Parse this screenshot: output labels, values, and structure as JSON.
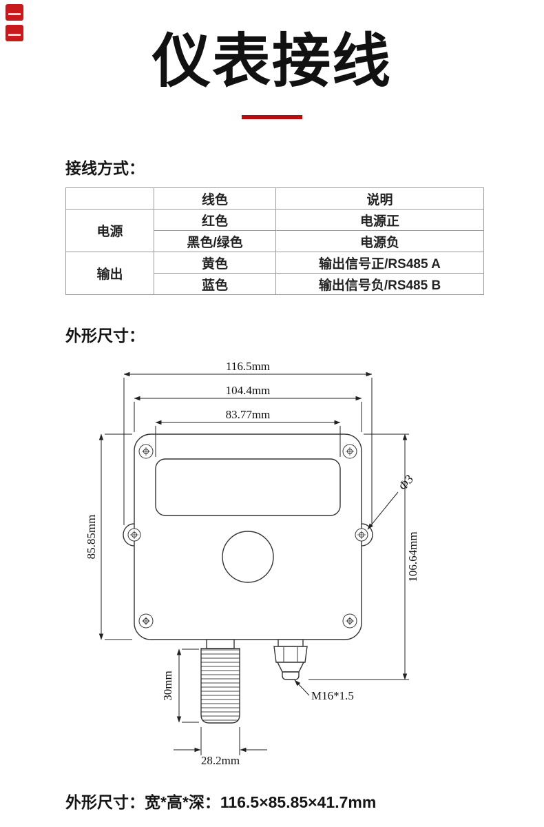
{
  "page": {
    "title": "仪表接线",
    "section_wiring": "接线方式：",
    "section_dimensions": "外形尺寸：",
    "footer": "外形尺寸：宽*高*深：116.5×85.85×41.7mm"
  },
  "colors": {
    "accent_red": "#b50d0d",
    "stamp_red": "#c8191c",
    "text": "#1a1a1a",
    "table_border": "#9a9a9a"
  },
  "table": {
    "headers": [
      "",
      "线色",
      "说明"
    ],
    "groups": [
      {
        "label": "电源",
        "rows": [
          [
            "红色",
            "电源正"
          ],
          [
            "黑色/绿色",
            "电源负"
          ]
        ]
      },
      {
        "label": "输出",
        "rows": [
          [
            "黄色",
            "输出信号正/RS485 A"
          ],
          [
            "蓝色",
            "输出信号负/RS485 B"
          ]
        ]
      }
    ]
  },
  "drawing": {
    "dim_width_overall": "116.5mm",
    "dim_width_body": "104.4mm",
    "dim_width_window": "83.77mm",
    "dim_height_body": "85.85mm",
    "dim_height_overall": "106.64mm",
    "dim_hole": "Φ3",
    "dim_probe_height": "30mm",
    "dim_probe_width": "28.2mm",
    "dim_gland": "M16*1.5"
  }
}
